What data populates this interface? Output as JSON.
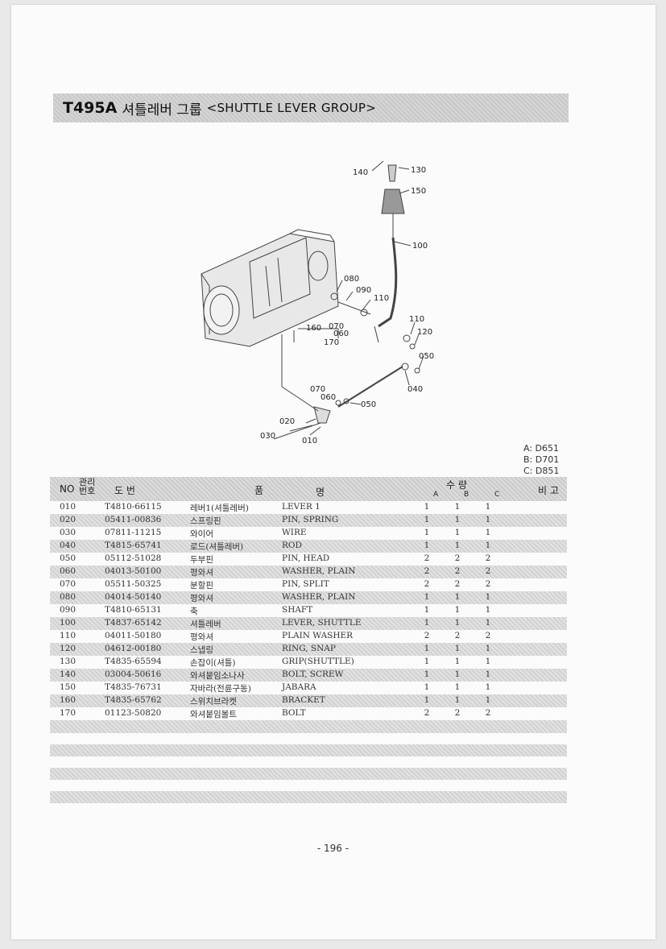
{
  "title": {
    "code": "T495A",
    "korean": "셔틀레버 그룹",
    "english": "<SHUTTLE LEVER GROUP>"
  },
  "diagram_labels": [
    "140",
    "130",
    "150",
    "100",
    "080",
    "090",
    "110",
    "110",
    "120",
    "160",
    "070",
    "060",
    "170",
    "050",
    "040",
    "070",
    "060",
    "050",
    "020",
    "030",
    "010"
  ],
  "models": [
    "A: D651",
    "B: D701",
    "C: D851"
  ],
  "table_header": {
    "no": "NO",
    "mgmt": "관리\n번호",
    "drawing": "도    번",
    "part": "품",
    "name": "명",
    "qty": "수    량",
    "a": "A",
    "b": "B",
    "c": "C",
    "remark": "비 고"
  },
  "rows": [
    {
      "no": "010",
      "part": "T4810-66115",
      "kr": "레버1(셔틀레버)",
      "en": "LEVER 1",
      "a": "1",
      "b": "1",
      "c": "1"
    },
    {
      "no": "020",
      "part": "05411-00836",
      "kr": "스프링핀",
      "en": "PIN, SPRING",
      "a": "1",
      "b": "1",
      "c": "1"
    },
    {
      "no": "030",
      "part": "07811-11215",
      "kr": "와이어",
      "en": "WIRE",
      "a": "1",
      "b": "1",
      "c": "1"
    },
    {
      "no": "040",
      "part": "T4815-65741",
      "kr": "로드(셔틀레버)",
      "en": "ROD",
      "a": "1",
      "b": "1",
      "c": "1"
    },
    {
      "no": "050",
      "part": "05112-51028",
      "kr": "두부핀",
      "en": "PIN, HEAD",
      "a": "2",
      "b": "2",
      "c": "2"
    },
    {
      "no": "060",
      "part": "04013-50100",
      "kr": "평와셔",
      "en": "WASHER, PLAIN",
      "a": "2",
      "b": "2",
      "c": "2"
    },
    {
      "no": "070",
      "part": "05511-50325",
      "kr": "분할핀",
      "en": "PIN, SPLIT",
      "a": "2",
      "b": "2",
      "c": "2"
    },
    {
      "no": "080",
      "part": "04014-50140",
      "kr": "평와셔",
      "en": "WASHER, PLAIN",
      "a": "1",
      "b": "1",
      "c": "1"
    },
    {
      "no": "090",
      "part": "T4810-65131",
      "kr": "축",
      "en": "SHAFT",
      "a": "1",
      "b": "1",
      "c": "1"
    },
    {
      "no": "100",
      "part": "T4837-65142",
      "kr": "셔틀레버",
      "en": "LEVER, SHUTTLE",
      "a": "1",
      "b": "1",
      "c": "1"
    },
    {
      "no": "110",
      "part": "04011-50180",
      "kr": "평와셔",
      "en": "PLAIN WASHER",
      "a": "2",
      "b": "2",
      "c": "2"
    },
    {
      "no": "120",
      "part": "04612-00180",
      "kr": "스냅링",
      "en": "RING, SNAP",
      "a": "1",
      "b": "1",
      "c": "1"
    },
    {
      "no": "130",
      "part": "T4835-65594",
      "kr": "손잡이(셔틀)",
      "en": "GRIP(SHUTTLE)",
      "a": "1",
      "b": "1",
      "c": "1"
    },
    {
      "no": "140",
      "part": "03004-50616",
      "kr": "와셔붙임소나사",
      "en": "BOLT, SCREW",
      "a": "1",
      "b": "1",
      "c": "1"
    },
    {
      "no": "150",
      "part": "T4835-76731",
      "kr": "자바라(전륜구동)",
      "en": "JABARA",
      "a": "1",
      "b": "1",
      "c": "1"
    },
    {
      "no": "160",
      "part": "T4835-65762",
      "kr": "스위치브라켓",
      "en": "BRACKET",
      "a": "1",
      "b": "1",
      "c": "1"
    },
    {
      "no": "170",
      "part": "01123-50820",
      "kr": "와셔붙임볼트",
      "en": "BOLT",
      "a": "2",
      "b": "2",
      "c": "2"
    }
  ],
  "page_number": "- 196 -"
}
